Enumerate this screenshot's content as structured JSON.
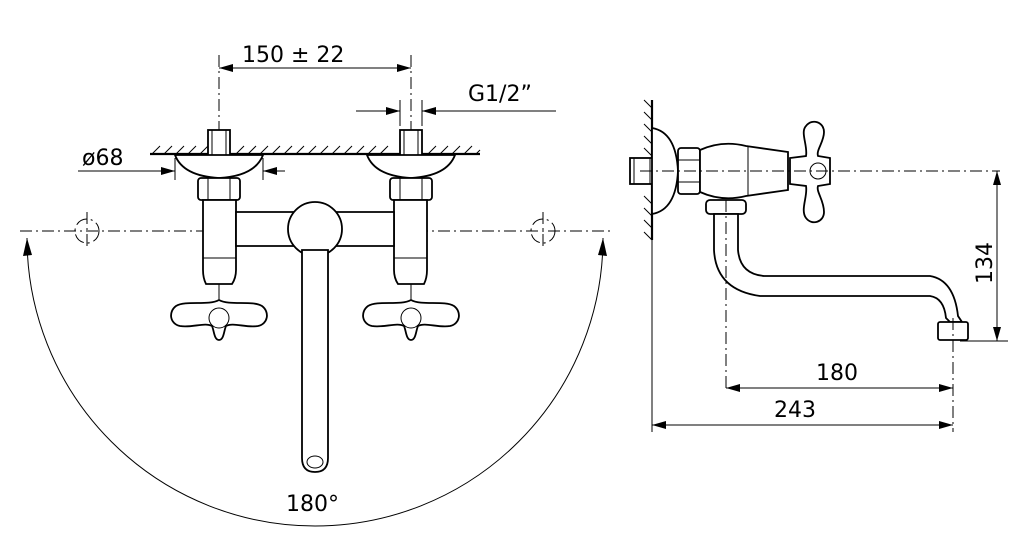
{
  "front_view": {
    "centers_dimension": "150 ± 22",
    "flange_diameter": "ø68",
    "swivel_angle": "180°"
  },
  "side_view": {
    "thread_size": "G1/2”",
    "spout_height": "134",
    "spout_reach": "180",
    "overall_projection": "243"
  },
  "colors": {
    "line": "#000000",
    "background": "#ffffff"
  }
}
